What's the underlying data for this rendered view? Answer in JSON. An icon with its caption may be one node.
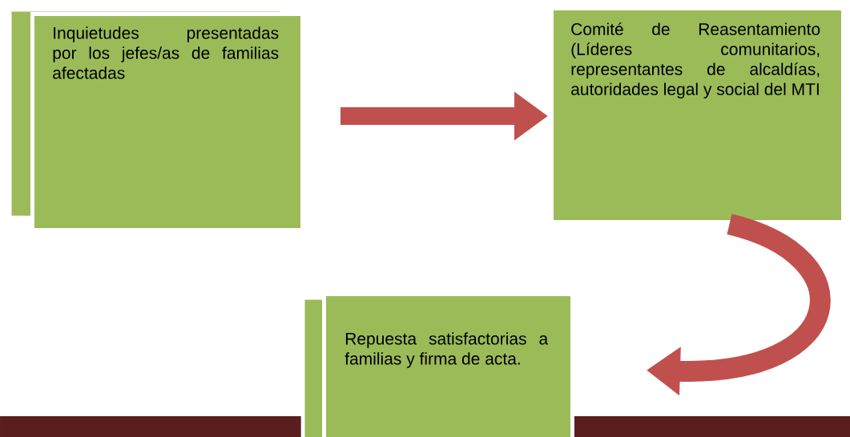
{
  "diagram": {
    "nodes": [
      {
        "text": [
          "Inquietudes presentadas por los jefes/as de familias afectadas"
        ]
      },
      {
        "text": [
          "Comité de Reasentamiento (Líderes comunitarios, representantes de alcaldías, autoridades legal y social del MTI"
        ]
      },
      {
        "text": [
          "Repuesta satisfactorias a familias y firma de acta."
        ]
      }
    ],
    "edges": [
      {
        "from": 0,
        "to": 1,
        "arrow": "to"
      },
      {
        "from": 1,
        "to": 2,
        "arrow": "to"
      }
    ]
  }
}
